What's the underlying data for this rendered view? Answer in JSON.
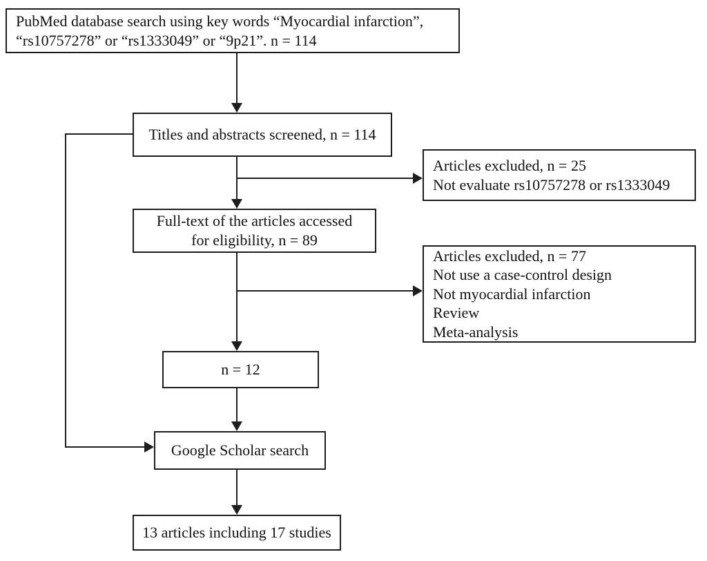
{
  "diagram": {
    "type": "flowchart",
    "colors": {
      "background": "#ffffff",
      "line": "#1d1d1d",
      "text": "#111111"
    },
    "boxes": {
      "pubmed": {
        "lines": [
          "PubMed database search using key words “Myocardial infarction”,",
          "“rs10757278” or “rs1333049” or  “9p21”. n = 114"
        ],
        "n": 114
      },
      "screened": {
        "label": "Titles and abstracts screened, n = 114",
        "n": 114
      },
      "excluded25": {
        "lines": [
          "Articles excluded, n = 25",
          "Not  evaluate rs10757278 or rs1333049"
        ],
        "n": 25
      },
      "fulltext": {
        "lines": [
          "Full-text of the articles accessed",
          "for eligibility, n = 89"
        ],
        "n": 89
      },
      "excluded77": {
        "lines": [
          "Articles excluded, n = 77",
          "Not use a case-control design",
          "Not myocardial infarction",
          "Review",
          "Meta-analysis"
        ],
        "n": 77
      },
      "n12": {
        "label": "n = 12",
        "n": 12
      },
      "google": {
        "label": "Google Scholar search"
      },
      "final": {
        "label": "13 articles including 17 studies",
        "articles": 13,
        "studies": 17
      }
    }
  }
}
